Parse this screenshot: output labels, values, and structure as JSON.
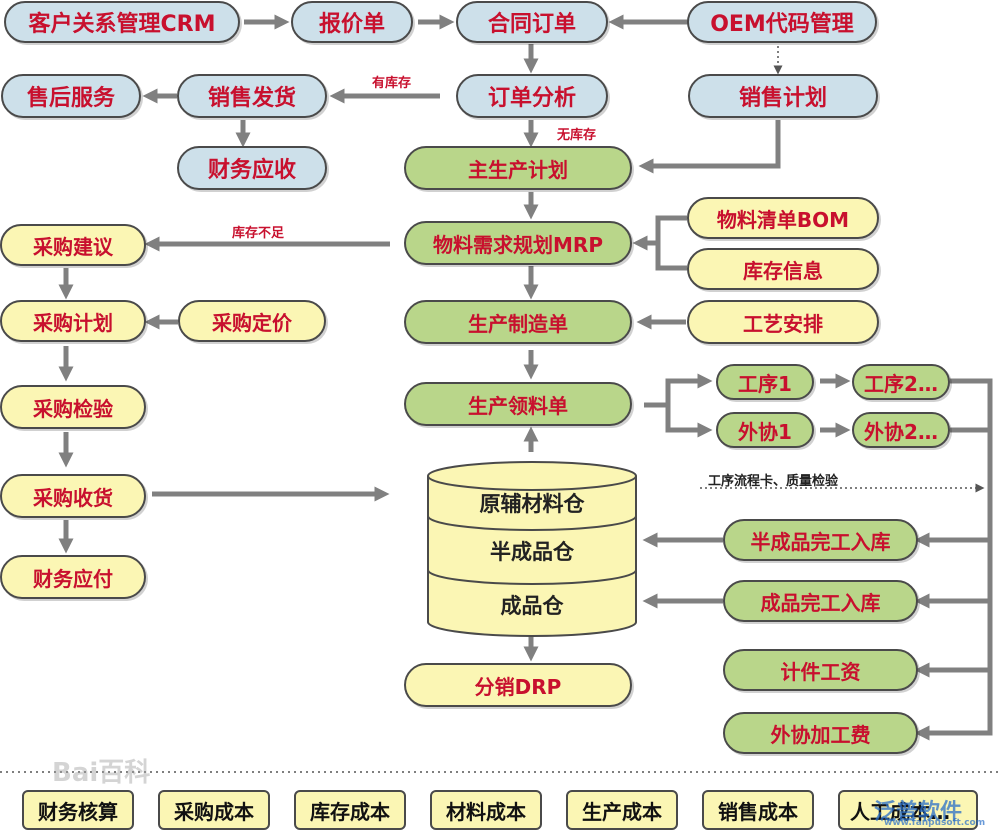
{
  "nodes": {
    "crm": "客户关系管理CRM",
    "quote": "报价单",
    "contract": "合同订单",
    "oem": "OEM代码管理",
    "after_sales": "售后服务",
    "sales_ship": "销售发货",
    "order_analysis": "订单分析",
    "sales_plan": "销售计划",
    "finance_ar": "财务应收",
    "mps": "主生产计划",
    "mrp": "物料需求规划MRP",
    "bom": "物料清单BOM",
    "stock_info": "库存信息",
    "purchase_suggest": "采购建议",
    "purchase_plan": "采购计划",
    "purchase_price": "采购定价",
    "work_order": "生产制造单",
    "process_arrange": "工艺安排",
    "purchase_inspect": "采购检验",
    "pick_list": "生产领料单",
    "proc1": "工序1",
    "proc2": "工序2…",
    "out1": "外协1",
    "out2": "外协2…",
    "purchase_receive": "采购收货",
    "finance_ap": "财务应付",
    "semi_in": "半成品完工入库",
    "finished_in": "成品完工入库",
    "piece_wage": "计件工资",
    "outsource_fee": "外协加工费",
    "drp": "分销DRP"
  },
  "warehouse": {
    "raw": "原辅材料仓",
    "semi": "半成品仓",
    "finished": "成品仓"
  },
  "annotations": {
    "in_stock": "有库存",
    "no_stock": "无库存",
    "shortage": "库存不足",
    "route_card": "工序流程卡、质量检验"
  },
  "cost_bar": [
    "财务核算",
    "采购成本",
    "库存成本",
    "材料成本",
    "生产成本",
    "销售成本",
    "人工成本…"
  ],
  "watermarks": {
    "baidu": "Bai百科",
    "brand": "泛普软件",
    "brand_url": "www.fanpusoft.com"
  },
  "colors": {
    "node_blue": "#cde0ea",
    "node_green": "#b9d68a",
    "node_yellow": "#fbf6b4",
    "label_red": "#c8102e",
    "arrow_gray": "#808080"
  }
}
